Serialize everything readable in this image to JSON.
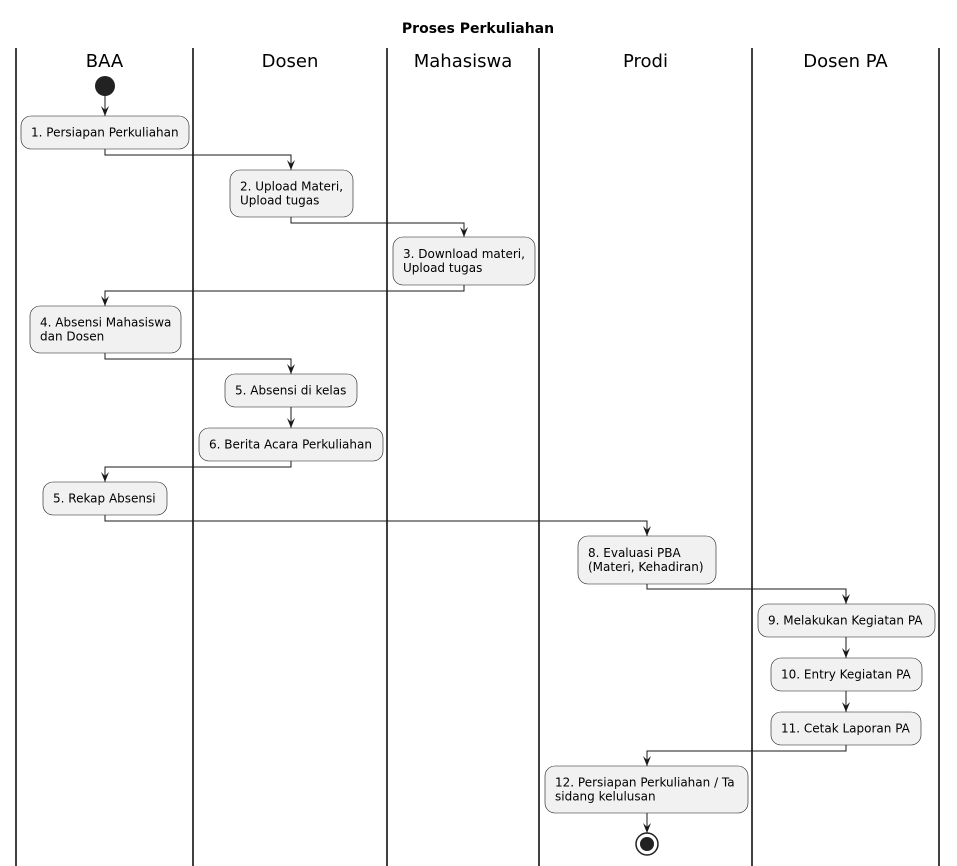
{
  "title": "Proses Perkuliahan",
  "swimlanes": [
    "BAA",
    "Dosen",
    "Mahasiswa",
    "Prodi",
    "Dosen PA"
  ],
  "activities": [
    {
      "id": "a1",
      "lines": [
        "1. Persiapan Perkuliahan"
      ]
    },
    {
      "id": "a2",
      "lines": [
        "2. Upload Materi,",
        "Upload tugas"
      ]
    },
    {
      "id": "a3",
      "lines": [
        "3. Download materi,",
        "Upload tugas"
      ]
    },
    {
      "id": "a4",
      "lines": [
        "4. Absensi Mahasiswa",
        "dan Dosen"
      ]
    },
    {
      "id": "a5",
      "lines": [
        "5. Absensi di kelas"
      ]
    },
    {
      "id": "a6",
      "lines": [
        "6. Berita Acara Perkuliahan"
      ]
    },
    {
      "id": "a7",
      "lines": [
        "5. Rekap Absensi"
      ]
    },
    {
      "id": "a8",
      "lines": [
        "8. Evaluasi PBA",
        "(Materi, Kehadiran)"
      ]
    },
    {
      "id": "a9",
      "lines": [
        "9. Melakukan Kegiatan PA"
      ]
    },
    {
      "id": "a10",
      "lines": [
        "10. Entry Kegiatan PA"
      ]
    },
    {
      "id": "a11",
      "lines": [
        "11. Cetak Laporan PA"
      ]
    },
    {
      "id": "a12",
      "lines": [
        "12. Persiapan Perkuliahan / Ta",
        "sidang kelulusan"
      ]
    }
  ],
  "colors": {
    "box_fill": "#f1f1f1",
    "stroke": "#181818",
    "node": "#222222"
  }
}
